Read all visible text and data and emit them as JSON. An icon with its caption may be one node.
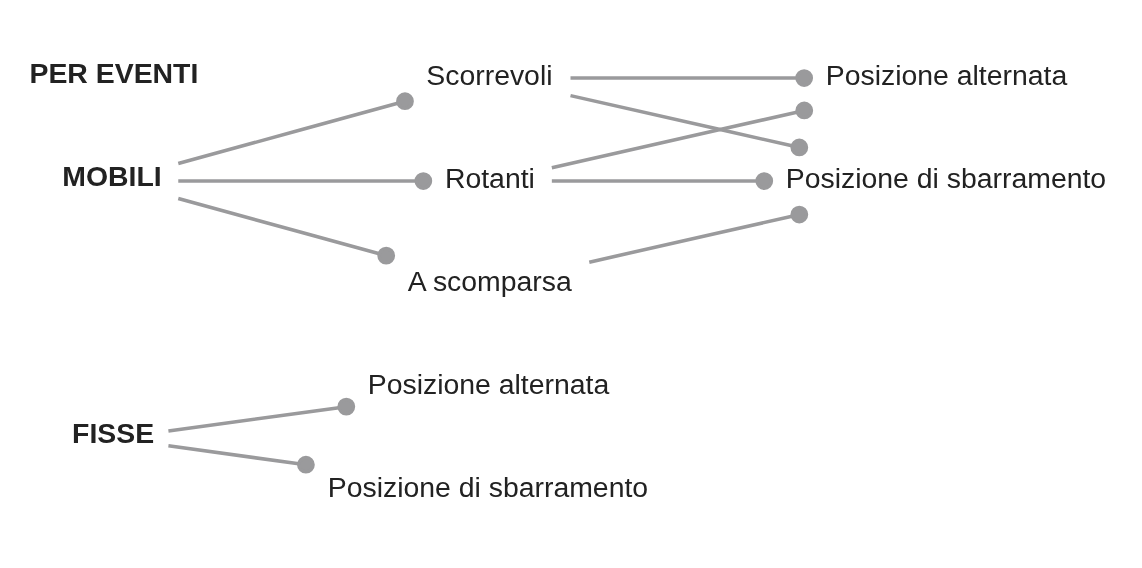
{
  "diagram": {
    "nodes": [
      {
        "text": [
          "FISSE"
        ]
      },
      {
        "text": [
          "Posizione alternata"
        ]
      },
      {
        "text": [
          "Posizione di sbarramento"
        ]
      },
      {
        "text": [
          "MOBILI"
        ]
      },
      {
        "text": [
          "Rotanti"
        ]
      },
      {
        "text": [
          "Scorrevoli"
        ]
      },
      {
        "text": [
          "A scomparsa"
        ]
      },
      {
        "text": [
          "Posizione alternata"
        ]
      },
      {
        "text": [
          "Posizione di sbarramento"
        ]
      },
      {
        "text": [
          "PER EVENTI"
        ]
      }
    ],
    "edges": [
      {
        "from": 0,
        "to": 1,
        "arrow": "other"
      },
      {
        "from": 0,
        "to": 2,
        "arrow": "other"
      },
      {
        "from": 3,
        "to": 4,
        "arrow": "other"
      },
      {
        "from": 3,
        "to": 5,
        "arrow": "other"
      },
      {
        "from": 3,
        "to": 6,
        "arrow": "other"
      },
      {
        "from": 4,
        "to": 7,
        "arrow": "other"
      },
      {
        "from": 4,
        "to": 8,
        "arrow": "other"
      },
      {
        "from": 5,
        "to": 7,
        "arrow": "other"
      },
      {
        "from": 5,
        "to": 8,
        "arrow": "other"
      },
      {
        "from": 6,
        "to": 8,
        "arrow": "other"
      }
    ]
  }
}
